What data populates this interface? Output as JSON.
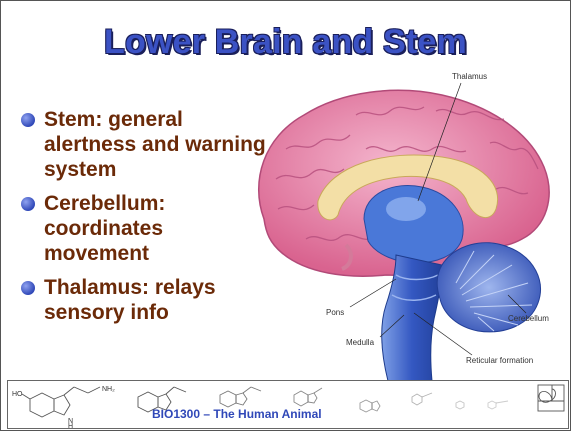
{
  "slide": {
    "title": "Lower Brain and Stem",
    "bullets": [
      {
        "text": "Stem: general alertness and warning system"
      },
      {
        "text": "Cerebellum: coordinates movement"
      },
      {
        "text": "Thalamus: relays sensory info"
      }
    ],
    "figure_labels": {
      "thalamus": "Thalamus",
      "pons": "Pons",
      "cerebellum": "Cerebellum",
      "medulla": "Medulla",
      "reticular": "Reticular formation"
    },
    "footer": {
      "course": "BIO1300 – The Human Animal",
      "formula_labels": [
        "HO",
        "NH₂",
        "N",
        "H"
      ]
    },
    "colors": {
      "title": "#3b52c4",
      "bullet_text": "#6b2a08",
      "bullet_dot": "#3048b8",
      "cortex": "#e88aae",
      "brainstem": "#3f63c9"
    }
  }
}
